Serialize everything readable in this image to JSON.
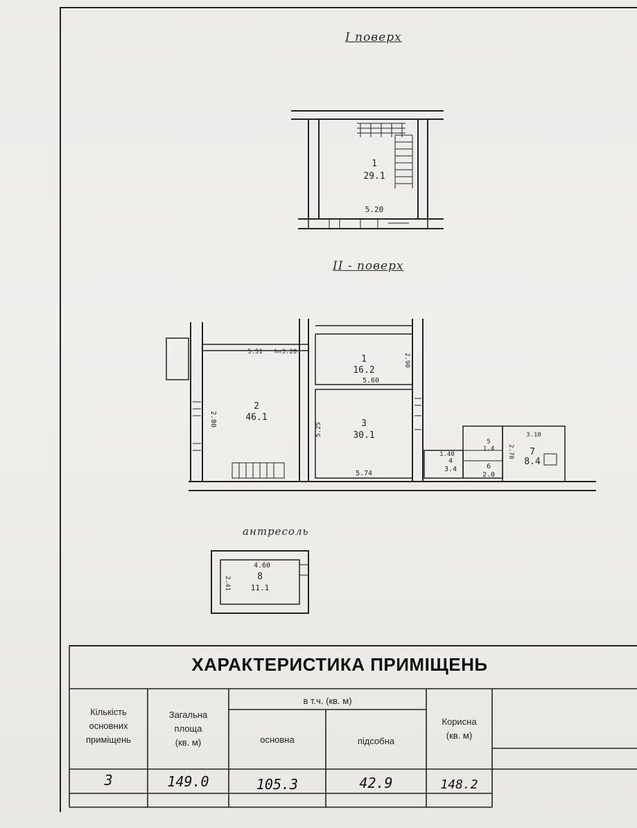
{
  "floors": {
    "first": {
      "title": "I поверх",
      "rooms": [
        {
          "num": "1",
          "area": "29.1"
        }
      ],
      "dims": [
        "5.20"
      ]
    },
    "second": {
      "title": "II - поверх",
      "rooms": [
        {
          "num": "1",
          "area": "16.2"
        },
        {
          "num": "2",
          "area": "46.1"
        },
        {
          "num": "3",
          "area": "30.1"
        },
        {
          "num": "4",
          "area": "3.4"
        },
        {
          "num": "5",
          "area": "1.4"
        },
        {
          "num": "6",
          "area": "2.0"
        },
        {
          "num": "7",
          "area": "8.4"
        }
      ],
      "dims": [
        "5.51",
        "h=3.20",
        "2.90",
        "5.60",
        "2.80",
        "5.25",
        "5.74",
        "3.10",
        "2.70",
        "1.40"
      ]
    },
    "mezzanine": {
      "title": "антресоль",
      "rooms": [
        {
          "num": "8",
          "area": "11.1"
        }
      ],
      "dims": [
        "4.60",
        "2.41"
      ]
    }
  },
  "table": {
    "title": "ХАРАКТЕРИСТИКА ПРИМІЩЕНЬ",
    "headers": {
      "count": [
        "Кількість",
        "основних",
        "приміщень"
      ],
      "total": [
        "Загальна",
        "площа",
        "(кв. м)"
      ],
      "incl": "в т.ч. (кв. м)",
      "main": "основна",
      "aux": "підсобна",
      "useful": [
        "Корисна",
        "(кв. м)"
      ]
    },
    "values": {
      "count": "3",
      "total": "149.0",
      "main": "105.3",
      "aux": "42.9",
      "useful": "148.2"
    }
  }
}
